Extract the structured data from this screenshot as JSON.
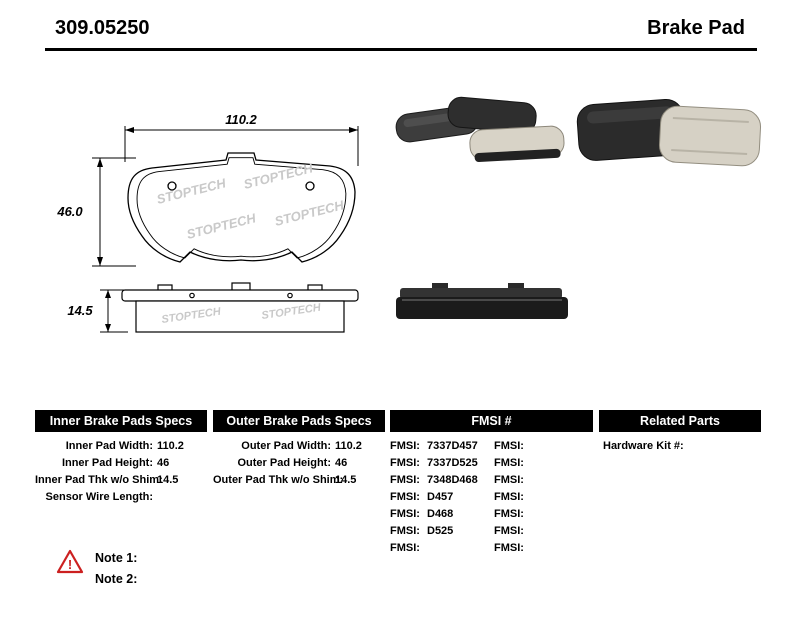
{
  "header": {
    "part_number": "309.05250",
    "product_type": "Brake Pad"
  },
  "diagram": {
    "width_label": "110.2",
    "height_label": "46.0",
    "thickness_label": "14.5",
    "watermark": "STOPTECH"
  },
  "tables": {
    "inner": {
      "title": "Inner Brake Pads Specs",
      "rows": [
        {
          "label": "Inner Pad Width:",
          "value": "110.2"
        },
        {
          "label": "Inner Pad Height:",
          "value": "46"
        },
        {
          "label": "Inner Pad Thk w/o Shim:",
          "value": "14.5"
        },
        {
          "label": "Sensor Wire Length:",
          "value": ""
        }
      ]
    },
    "outer": {
      "title": "Outer Brake Pads Specs",
      "rows": [
        {
          "label": "Outer Pad Width:",
          "value": "110.2"
        },
        {
          "label": "Outer Pad Height:",
          "value": "46"
        },
        {
          "label": "Outer Pad Thk w/o Shim:",
          "value": "14.5"
        }
      ]
    },
    "fmsi": {
      "title": "FMSI #",
      "rows": [
        {
          "left_label": "FMSI:",
          "left_value": "7337D457",
          "right_label": "FMSI:",
          "right_value": ""
        },
        {
          "left_label": "FMSI:",
          "left_value": "7337D525",
          "right_label": "FMSI:",
          "right_value": ""
        },
        {
          "left_label": "FMSI:",
          "left_value": "7348D468",
          "right_label": "FMSI:",
          "right_value": ""
        },
        {
          "left_label": "FMSI:",
          "left_value": "D457",
          "right_label": "FMSI:",
          "right_value": ""
        },
        {
          "left_label": "FMSI:",
          "left_value": "D468",
          "right_label": "FMSI:",
          "right_value": ""
        },
        {
          "left_label": "FMSI:",
          "left_value": "D525",
          "right_label": "FMSI:",
          "right_value": ""
        },
        {
          "left_label": "FMSI:",
          "left_value": "",
          "right_label": "FMSI:",
          "right_value": ""
        }
      ]
    },
    "related": {
      "title": "Related Parts",
      "rows": [
        {
          "label": "Hardware Kit #:",
          "value": ""
        }
      ]
    }
  },
  "notes": {
    "warning_icon": "warning-triangle",
    "items": [
      {
        "label": "Note 1:",
        "text": ""
      },
      {
        "label": "Note 2:",
        "text": ""
      }
    ]
  }
}
